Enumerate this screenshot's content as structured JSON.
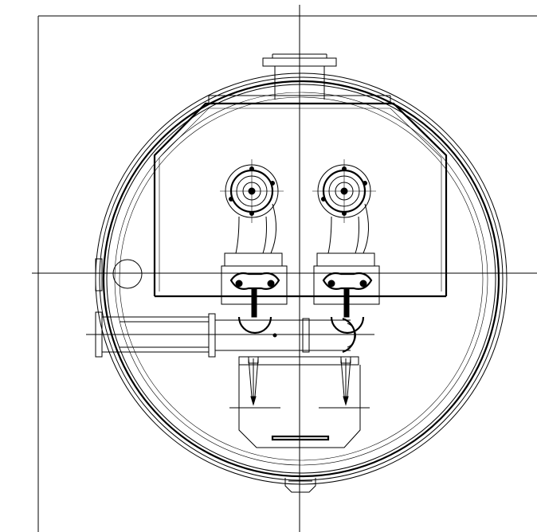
{
  "drawing": {
    "line_color": "#000000",
    "background_color": "#ffffff",
    "units": [
      {
        "id": "left",
        "component": "burner-assembly"
      },
      {
        "id": "right",
        "component": "burner-assembly"
      }
    ]
  }
}
